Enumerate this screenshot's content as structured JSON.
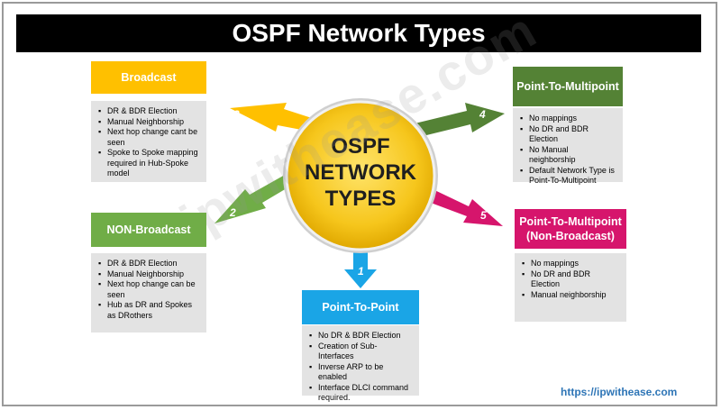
{
  "title": "OSPF Network Types",
  "center": {
    "lines": [
      "OSPF",
      "NETWORK",
      "TYPES"
    ],
    "color": "#f5c518"
  },
  "watermark": "ipwithease.com",
  "footer_link": "https://ipwithease.com",
  "types": [
    {
      "number": "3",
      "header": "Broadcast",
      "color": "#ffc000",
      "items": [
        "DR & BDR Election",
        "Manual Neighborship",
        "Next hop change cant be seen",
        "Spoke to Spoke mapping required in Hub-Spoke model"
      ]
    },
    {
      "number": "2",
      "header": "NON-Broadcast",
      "color": "#70ad47",
      "items": [
        "DR & BDR Election",
        "Manual Neighborship",
        "Next hop change can be seen",
        "Hub as DR and Spokes as DRothers"
      ]
    },
    {
      "number": "1",
      "header": "Point-To-Point",
      "color": "#1aa5e6",
      "items": [
        "No DR & BDR Election",
        "Creation of Sub-Interfaces",
        "Inverse ARP to be enabled",
        "Interface DLCI command required."
      ]
    },
    {
      "number": "4",
      "header": "Point-To-Multipoint",
      "color": "#548235",
      "items": [
        "No mappings",
        "No DR and BDR Election",
        "No Manual neighborship",
        "Default Network Type is Point-To-Multipoint"
      ]
    },
    {
      "number": "5",
      "header": "Point-To-Multipoint (Non-Broadcast)",
      "color": "#d6156c",
      "items": [
        "No mappings",
        "No DR and BDR Election",
        "Manual neighborship"
      ]
    }
  ]
}
